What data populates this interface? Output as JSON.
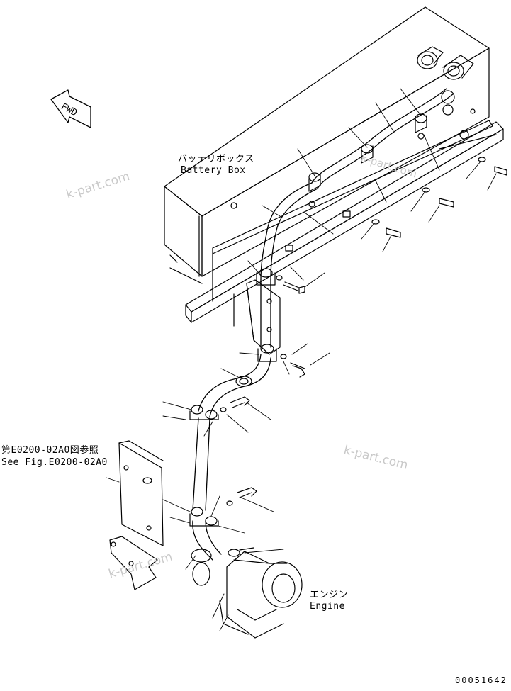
{
  "labels": {
    "battery_box_jp": "バッテリボックス",
    "battery_box_en": "Battery Box",
    "see_fig_jp": "第E0200-02A0図参照",
    "see_fig_en": "See Fig.E0200-02A0",
    "engine_jp": "エンジン",
    "engine_en": "Engine",
    "fwd": "FWD",
    "drawing_number": "00051642"
  },
  "watermarks": [
    "k-part.com",
    "k-part.com",
    "k-part.com",
    "k-part.com"
  ],
  "icons": [
    "fwd-arrow-icon"
  ]
}
